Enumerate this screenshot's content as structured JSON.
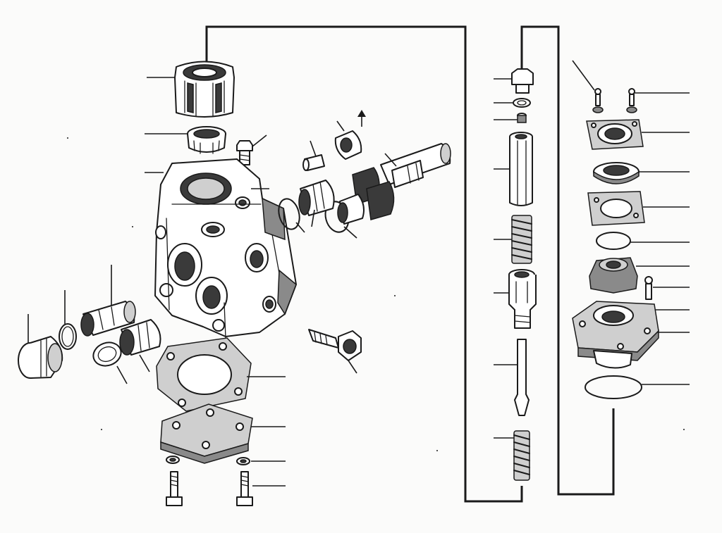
{
  "diagram": {
    "kind": "exploded-parts-drawing",
    "ink_color": "#1a1a1a",
    "paper_color": "#fbfbfa",
    "shade_color": "#3a3a3a",
    "parts": [
      {
        "group": "main-body",
        "name": "castellated-nut",
        "leader_side": "left"
      },
      {
        "group": "main-body",
        "name": "bearing",
        "leader_side": "left"
      },
      {
        "group": "main-body",
        "name": "bolt",
        "leader_side": "right"
      },
      {
        "group": "main-body",
        "name": "valve-housing",
        "leader_side": "left"
      },
      {
        "group": "main-body",
        "name": "sleeve-bushing",
        "leader_side": "left"
      },
      {
        "group": "main-body",
        "name": "retaining-ring",
        "leader_side": "left"
      },
      {
        "group": "main-body",
        "name": "plug-cap",
        "leader_side": "left"
      },
      {
        "group": "main-body",
        "name": "seal-ring",
        "leader_side": "bottom"
      },
      {
        "group": "main-body",
        "name": "bushing",
        "leader_side": "bottom"
      },
      {
        "group": "main-body",
        "name": "gasket",
        "leader_side": "right"
      },
      {
        "group": "main-body",
        "name": "cover-plate",
        "leader_side": "right"
      },
      {
        "group": "main-body",
        "name": "washer",
        "leader_side": "right"
      },
      {
        "group": "main-body",
        "name": "cap-screw",
        "leader_side": "right"
      },
      {
        "group": "main-body",
        "name": "spool-shaft",
        "leader_side": "top"
      },
      {
        "group": "main-body",
        "name": "o-ring",
        "leader_side": "bottom"
      },
      {
        "group": "main-body",
        "name": "banjo-bolt",
        "leader_side": "bottom"
      },
      {
        "group": "valve-stack",
        "name": "hex-plug",
        "leader_side": "left"
      },
      {
        "group": "valve-stack",
        "name": "washer",
        "leader_side": "left"
      },
      {
        "group": "valve-stack",
        "name": "valve-tube",
        "leader_side": "left"
      },
      {
        "group": "valve-stack",
        "name": "spring",
        "leader_side": "left"
      },
      {
        "group": "valve-stack",
        "name": "valve-seat",
        "leader_side": "left"
      },
      {
        "group": "valve-stack",
        "name": "needle-valve",
        "leader_side": "left"
      },
      {
        "group": "valve-stack",
        "name": "small-spring",
        "leader_side": "left"
      },
      {
        "group": "flange-stack",
        "name": "screw",
        "leader_side": "right"
      },
      {
        "group": "flange-stack",
        "name": "square-flange",
        "leader_side": "right"
      },
      {
        "group": "flange-stack",
        "name": "seal",
        "leader_side": "right"
      },
      {
        "group": "flange-stack",
        "name": "flange-gasket",
        "leader_side": "right"
      },
      {
        "group": "flange-stack",
        "name": "o-ring",
        "leader_side": "right"
      },
      {
        "group": "flange-stack",
        "name": "filter-cap",
        "leader_side": "right"
      },
      {
        "group": "flange-stack",
        "name": "bolt",
        "leader_side": "right"
      },
      {
        "group": "flange-stack",
        "name": "mounting-flange",
        "leader_side": "right"
      },
      {
        "group": "flange-stack",
        "name": "large-o-ring",
        "leader_side": "right"
      }
    ]
  }
}
